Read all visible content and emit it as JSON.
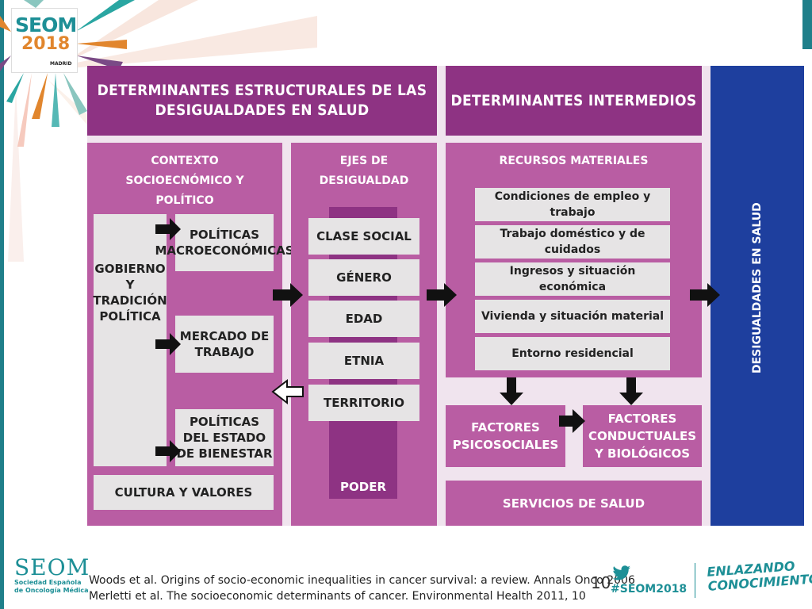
{
  "header": {
    "logo_text": "SEOM",
    "logo_year": "2018",
    "logo_city": "MADRID"
  },
  "diagram": {
    "structural_header": "DETERMINANTES ESTRUCTURALES DE LAS DESIGUALDADES EN SALUD",
    "intermediate_header": "DETERMINANTES INTERMEDIOS",
    "outcome_label": "DESIGUALDADES EN SALUD",
    "context_panel": {
      "title": "CONTEXTO SOCIOECNÓMICO Y POLÍTICO",
      "government_box": "GOBIERNO Y TRADICIÓN POLÍTICA",
      "policy_boxes": [
        "POLÍTICAS MACROECONÓMICAS",
        "MERCADO DE TRABAJO",
        "POLÍTICAS DEL ESTADO DE BIENESTAR"
      ],
      "culture_box": "CULTURA Y VALORES"
    },
    "axes_panel": {
      "title": "EJES DE DESIGUALDAD",
      "items": [
        "CLASE SOCIAL",
        "GÉNERO",
        "EDAD",
        "ETNIA",
        "TERRITORIO"
      ],
      "power_label": "PODER"
    },
    "resources_panel": {
      "title": "RECURSOS MATERIALES",
      "items": [
        "Condiciones de empleo y trabajo",
        "Trabajo doméstico y de cuidados",
        "Ingresos y situación económica",
        "Vivienda y situación material",
        "Entorno residencial"
      ]
    },
    "psychosocial_box": "FACTORES PSICOSOCIALES",
    "behavioral_box": "FACTORES CONDUCTUALES Y BIOLÓGICOS",
    "health_services_box": "SERVICIOS DE SALUD"
  },
  "footer": {
    "org_name": "SEOM",
    "org_sub_1": "Sociedad Española",
    "org_sub_2": "de Oncología Médica",
    "references": [
      "Woods et al. Origins of socio-economic inequalities in cancer survival: a review. Annals Onco 2006",
      "Merletti et al. The socioeconomic determinants of cancer. Environmental Health 2011, 10"
    ],
    "page_number": "10",
    "hashtag": "#SEOM2018",
    "slogan_1": "ENLAZANDO",
    "slogan_2": "CONOCIMIENTO",
    "icons": [
      "twitter-icon"
    ]
  },
  "colors": {
    "teal": "#1d8f96",
    "purple_dark": "#8e3383",
    "purple_mid": "#b95da3",
    "blue": "#1e3f9e",
    "box_grey": "#e6e4e5"
  }
}
